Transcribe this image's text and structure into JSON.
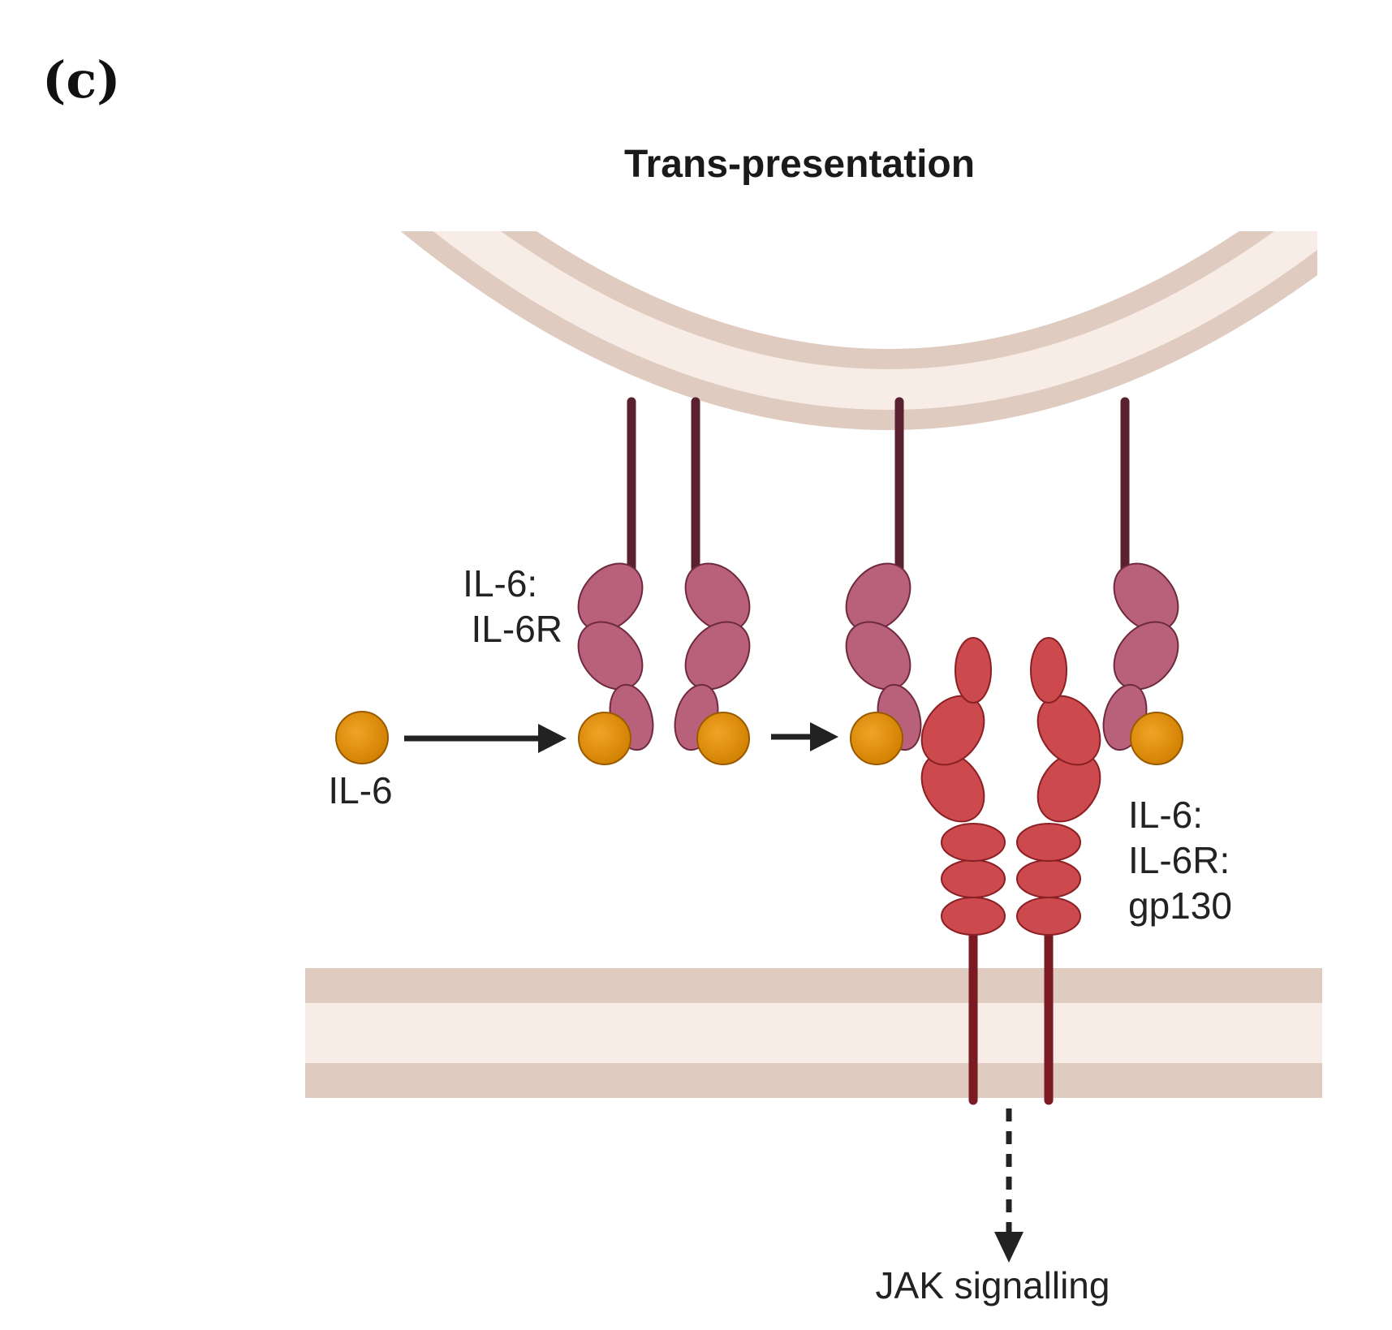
{
  "panel_label": "(c)",
  "title": "Trans-presentation",
  "labels": {
    "il6_free": "IL-6",
    "complex_left": [
      "IL-6:",
      "IL-6R"
    ],
    "complex_right": [
      "IL-6:",
      "IL-6R:",
      "gp130"
    ],
    "jak": "JAK signalling"
  },
  "colors": {
    "membrane_outer": "#dfcbbf",
    "membrane_inner": "#f7ece6",
    "stalk": "#5a2230",
    "il6r": "#b9607a",
    "il6r_stroke": "#6e2a3e",
    "gp130": "#cc4a4d",
    "gp130_stroke": "#8a1f24",
    "gp130_stalk": "#7a1a22",
    "il6": "#dc8a0a",
    "il6_stroke": "#9a5a00",
    "arrow": "#222222"
  }
}
